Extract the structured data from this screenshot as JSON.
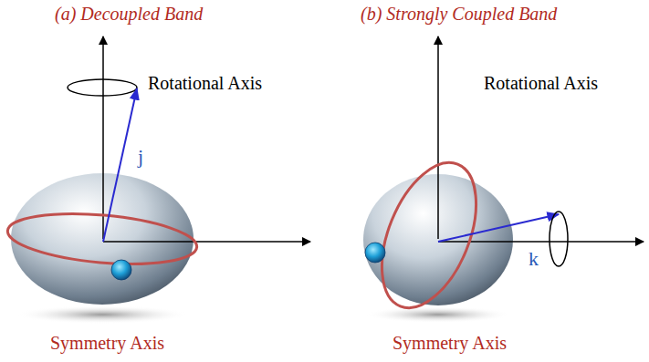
{
  "diagram": {
    "labels": [
      "(a) Decoupled Band",
      "(b) Strongly Coupled Band",
      "Rotational Axis",
      "j",
      "Symmetry Axis",
      "Rotational Axis",
      "k",
      "Symmetry Axis"
    ]
  }
}
